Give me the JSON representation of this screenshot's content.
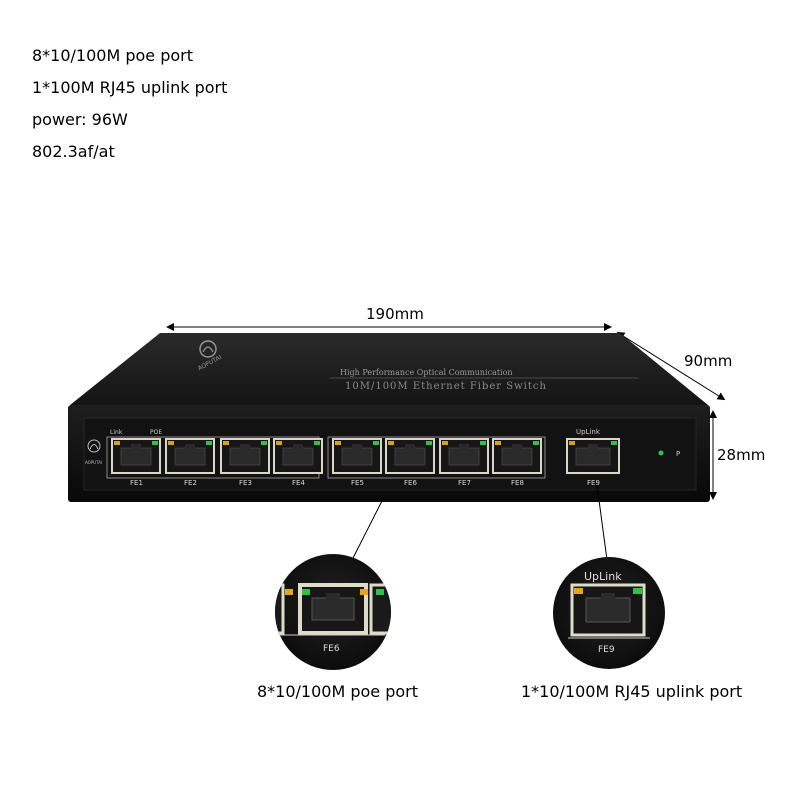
{
  "specs": {
    "line1": "8*10/100M poe port",
    "line2": "1*100M RJ45 uplink port",
    "line3": "power: 96W",
    "line4": "802.3af/at"
  },
  "dimensions": {
    "width": "190mm",
    "depth": "90mm",
    "height": "28mm"
  },
  "device": {
    "brand": "AOPUTAI",
    "top_text_1": "High Performance Optical Communication",
    "top_text_2": "10M/100M Ethernet Fiber Switch",
    "led_label_link": "Link",
    "led_label_poe": "POE",
    "uplink_label": "UpLink",
    "power_led_label": "P",
    "ports": [
      "FE1",
      "FE2",
      "FE3",
      "FE4",
      "FE5",
      "FE6",
      "FE7",
      "FE8",
      "FE9"
    ]
  },
  "zoom_left": {
    "port_label": "FE6",
    "caption": "8*10/100M poe port"
  },
  "zoom_right": {
    "uplink_label": "UpLink",
    "port_label": "FE9",
    "caption": "1*10/100M RJ45 uplink port"
  },
  "colors": {
    "chassis": "#1a1a1a",
    "front_panel": "#0e0e0e",
    "led_green": "#2fc24a",
    "led_yellow": "#d9a216"
  }
}
